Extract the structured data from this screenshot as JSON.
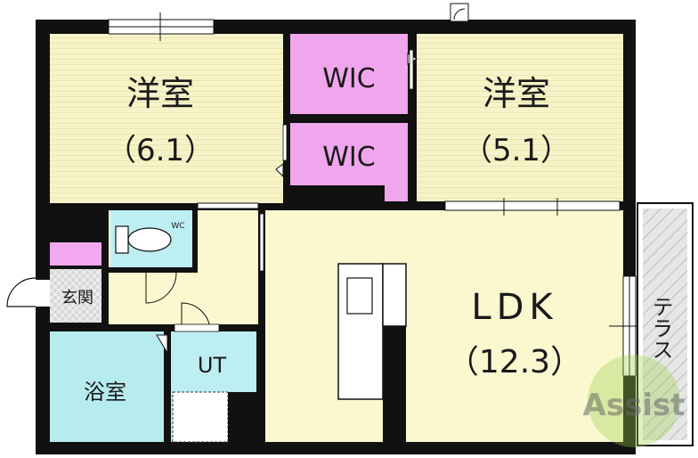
{
  "rooms": {
    "western_left": {
      "name": "洋室",
      "size": "（6.1）"
    },
    "western_right": {
      "name": "洋室",
      "size": "（5.1）"
    },
    "wic_upper": {
      "name": "WIC"
    },
    "wic_lower": {
      "name": "WIC"
    },
    "wc": {
      "name": "WC"
    },
    "entrance": {
      "name": "玄関"
    },
    "bath": {
      "name": "浴室"
    },
    "utility": {
      "name": "UT"
    },
    "ldk": {
      "name": "LDK",
      "size": "（12.3）"
    },
    "terrace": {
      "name": "テラス"
    }
  },
  "watermark": {
    "text": "Assist"
  },
  "colors": {
    "wall": "#111111",
    "western_floor": "#f7f3c8",
    "western_stripe": "#ebe5b2",
    "wic": "#f0a6ec",
    "ldk_floor": "#fbf8cf",
    "wc_floor": "#bdeef2",
    "bath": "#b7ecef",
    "entrance": "#e0e0e0",
    "shoe_closet": "#f2a8ee",
    "terrace": "#d9d9d9"
  }
}
